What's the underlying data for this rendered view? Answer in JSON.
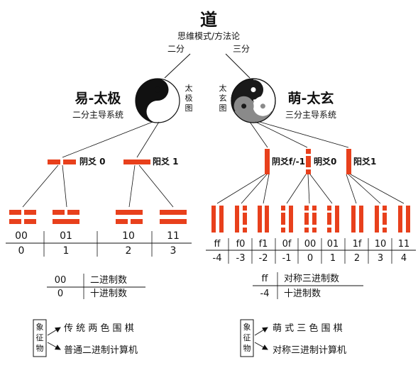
{
  "top": {
    "title": "道",
    "subtitle": "思维模式/方法论",
    "left_branch": "二分",
    "right_branch": "三分"
  },
  "left": {
    "name": "易-太极",
    "system": "二分主导系统",
    "symbol_label": [
      "太",
      "极",
      "图"
    ],
    "yao": [
      {
        "label": "阴爻 0"
      },
      {
        "label": "阳爻 1"
      }
    ],
    "codes": [
      "00",
      "01",
      "10",
      "11"
    ],
    "decimals": [
      "0",
      "1",
      "2",
      "3"
    ],
    "legend": {
      "code": "00",
      "code_desc": "二进制数",
      "dec": "0",
      "dec_desc": "十进制数"
    },
    "symbols": {
      "title": [
        "象",
        "征",
        "物"
      ],
      "items": [
        "传 统 两 色 围 棋",
        "普通二进制计算机"
      ]
    }
  },
  "right": {
    "name": "萌-太玄",
    "system": "三分主导系统",
    "symbol_label": [
      "太",
      "玄",
      "图"
    ],
    "yao": [
      {
        "label": "阴爻f/-1"
      },
      {
        "label": "明爻0"
      },
      {
        "label": "阳爻1"
      }
    ],
    "codes": [
      "ff",
      "f0",
      "f1",
      "0f",
      "00",
      "01",
      "1f",
      "10",
      "11"
    ],
    "decimals": [
      "-4",
      "-3",
      "-2",
      "-1",
      "0",
      "1",
      "2",
      "3",
      "4"
    ],
    "legend": {
      "code": "ff",
      "code_desc": "对称三进制数",
      "dec": "-4",
      "dec_desc": "十进制数"
    },
    "symbols": {
      "title": [
        "象",
        "征",
        "物"
      ],
      "items": [
        "萌 式 三 色 围 棋",
        "对称三进制计算机"
      ]
    }
  },
  "colors": {
    "accent": "#e8401c",
    "ink": "#111111",
    "gray": "#8a8a8a"
  }
}
